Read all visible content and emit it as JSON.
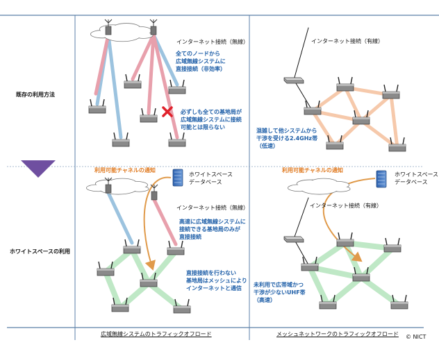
{
  "rows": {
    "existing": "既存の利用方法",
    "whitespace": "ホワイトスペースの利用"
  },
  "columns": {
    "left": "広域無線システムのトラフィックオフロード",
    "right": "メッシュネットワークのトラフィックオフロード"
  },
  "labels": {
    "internet_wireless": "インターネット接続（無線）",
    "internet_wired": "インターネット接続（有線）",
    "all_nodes_1": "全てのノードから",
    "all_nodes_2": "広域無線システムに",
    "all_nodes_3": "直接接続（非効率）",
    "not_all_1": "必ずしも全ての基地局が",
    "not_all_2": "広域無線システムに接続",
    "not_all_3": "可能とは限らない",
    "congested_1": "混雑して他システムから",
    "congested_2": "干渉を受ける2.4GHz帯",
    "congested_3": "（低速）",
    "channel_notice": "利用可能チャネルの通知",
    "ws_db_1": "ホワイトスペース",
    "ws_db_2": "データベース",
    "fast_1": "高速に広域無線システムに",
    "fast_2": "接続できる基地局のみが",
    "fast_3": "直接接続",
    "indirect_1": "直接接続を行わない",
    "indirect_2": "基地局はメッシュにより",
    "indirect_3": "インターネットと通信",
    "uhf_1": "未利用で広帯域かつ",
    "uhf_2": "干渉が少ないUHF帯",
    "uhf_3": "（高速）",
    "copyright": "© NICT"
  },
  "colors": {
    "blue_link": "#9cc3df",
    "pink_link": "#e8a0ac",
    "peach_link": "#f6c9ab",
    "green_link": "#bfe8c6",
    "orange_arrow": "#e09a4a",
    "blue_text": "#1f5fa8",
    "cross": "#e0202a",
    "arrow_purple": "#6f4fa0"
  },
  "icons": [
    "cloud-icon",
    "antenna-tower-icon",
    "base-station-icon",
    "router-icon",
    "database-server-icon",
    "cross-icon",
    "down-arrow-icon"
  ]
}
